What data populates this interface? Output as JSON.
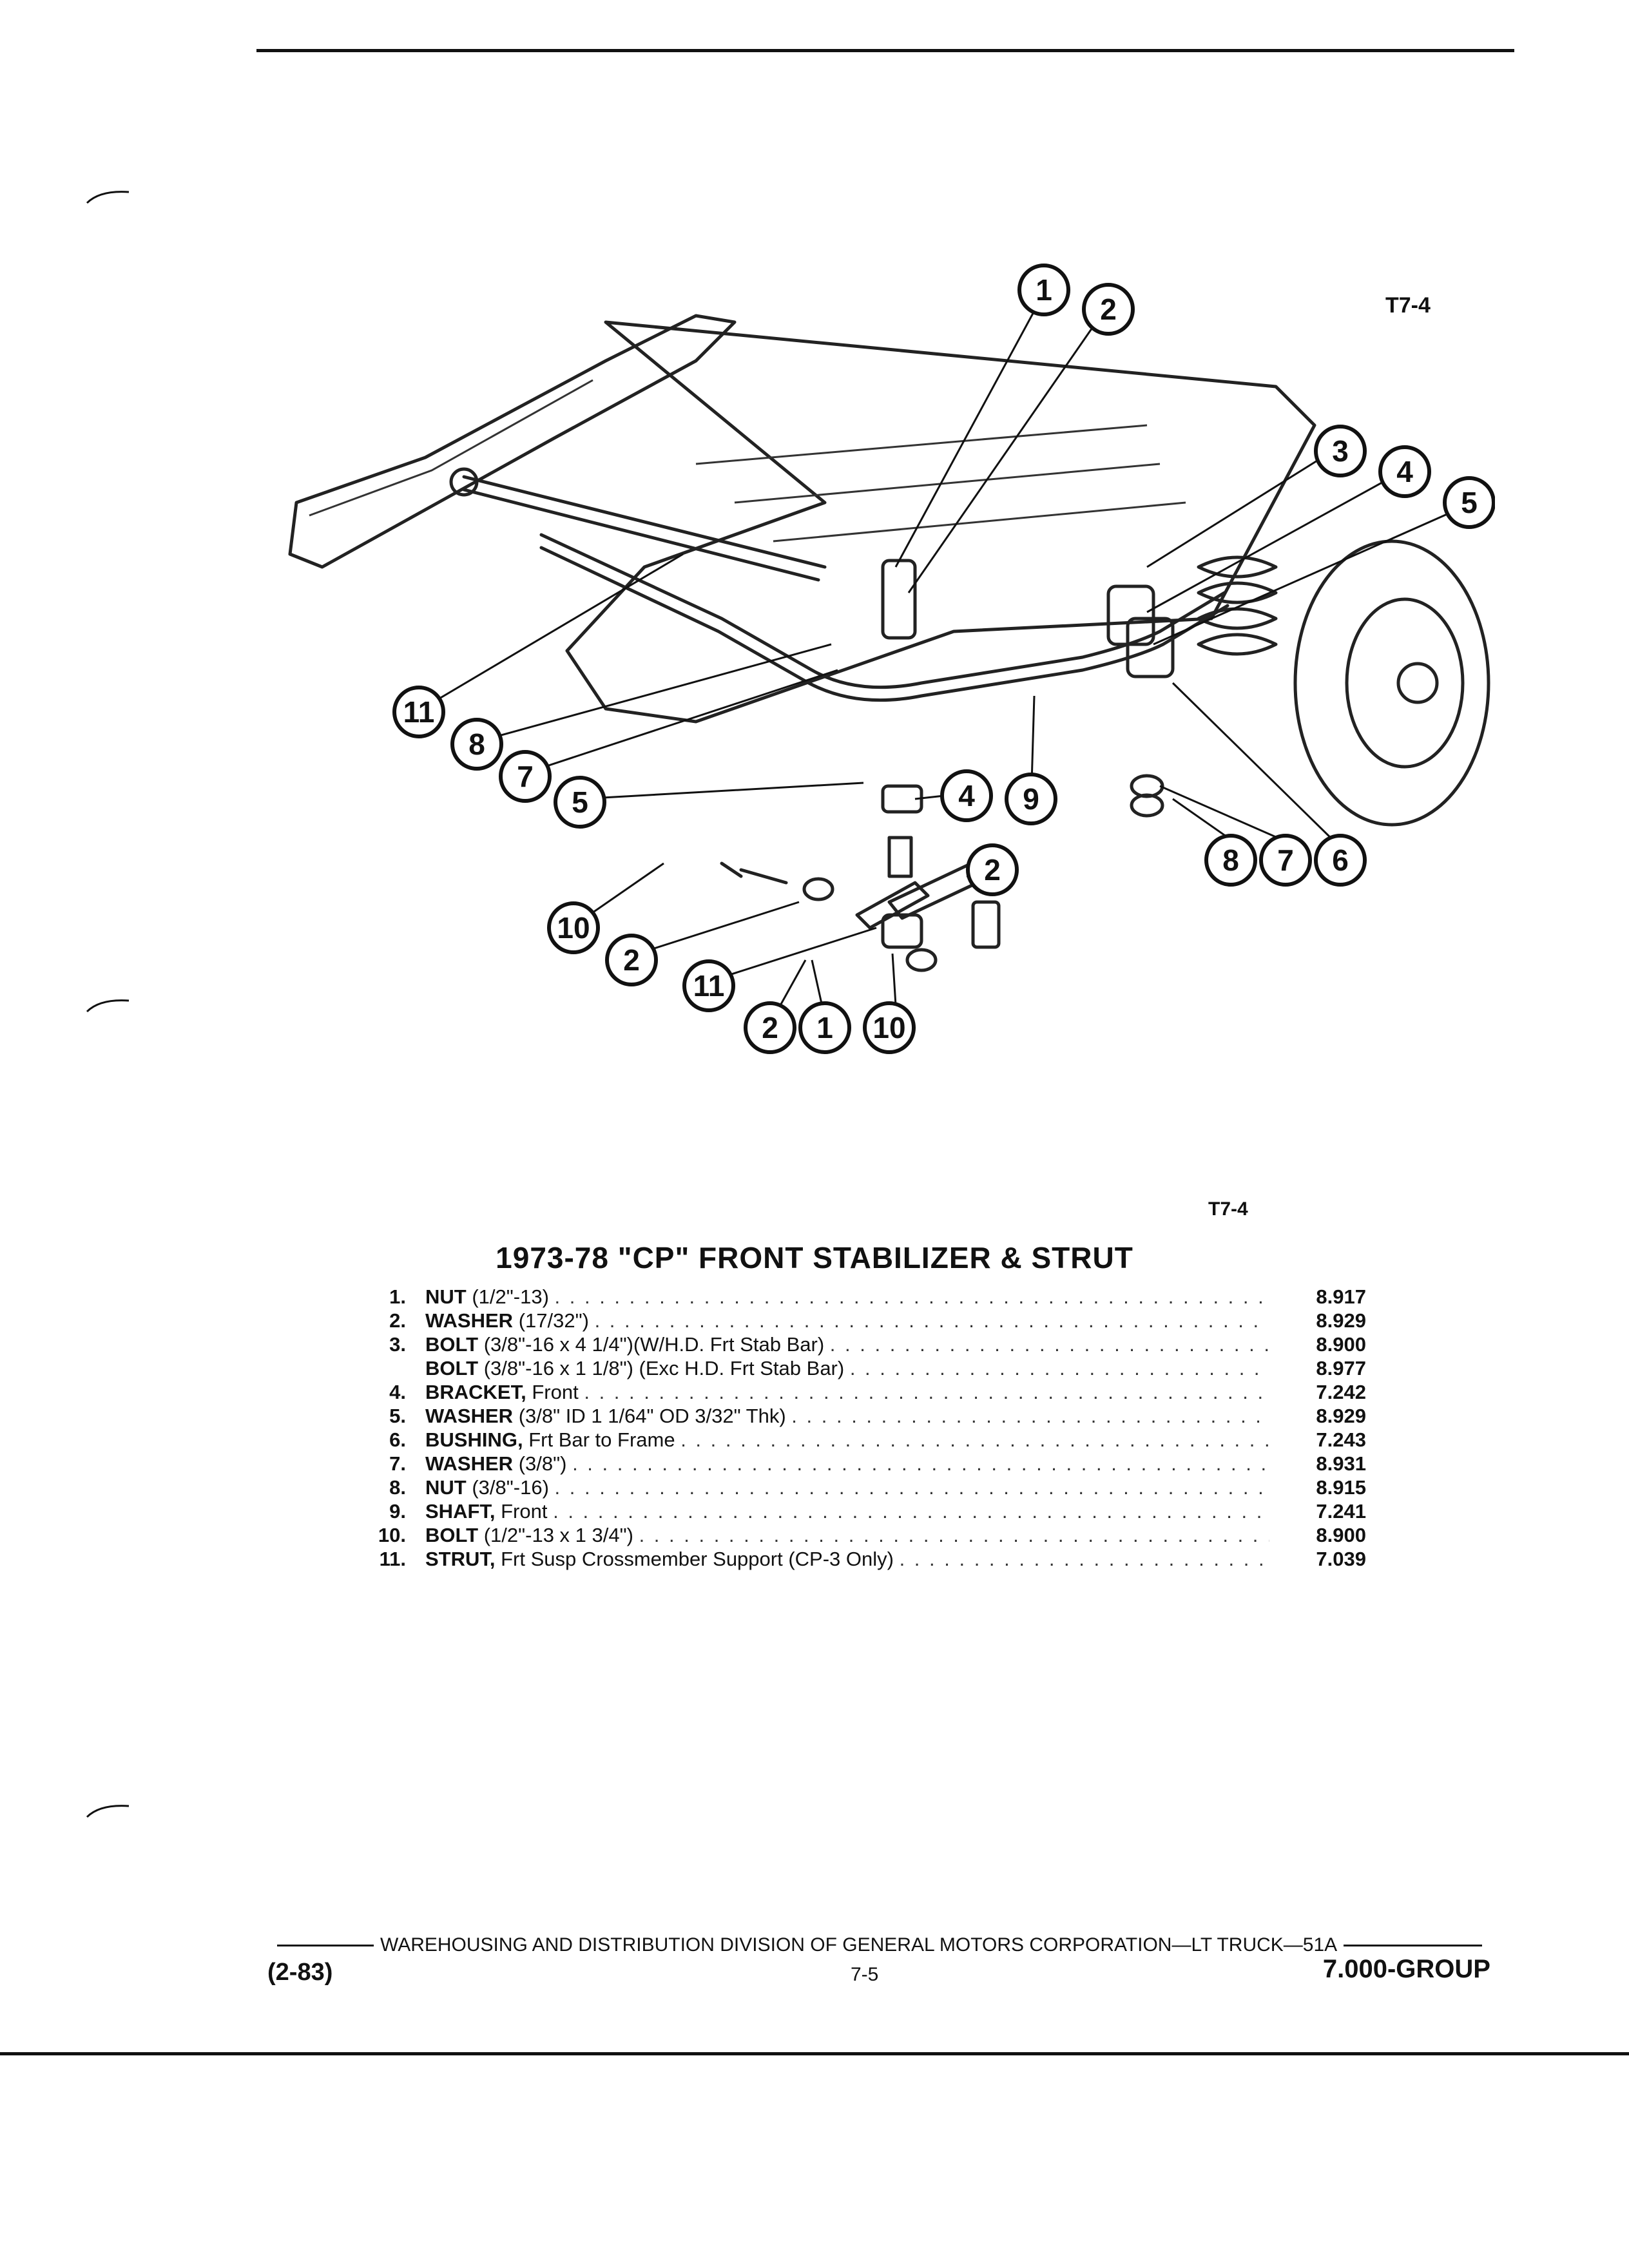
{
  "figure": {
    "code_top": "T7-4",
    "code_bottom": "T7-4",
    "callouts": [
      "1",
      "2",
      "3",
      "4",
      "5",
      "11",
      "8",
      "7",
      "5",
      "4",
      "9",
      "8",
      "7",
      "6",
      "2",
      "10",
      "2",
      "11",
      "2",
      "1",
      "10"
    ]
  },
  "parts_list": {
    "title": "1973-78 \"CP\" FRONT STABILIZER & STRUT",
    "items": [
      {
        "num": "1.",
        "name": "NUT",
        "spec": "(1/2\"-13)",
        "code": "8.917"
      },
      {
        "num": "2.",
        "name": "WASHER",
        "spec": "(17/32\")",
        "code": "8.929"
      },
      {
        "num": "3.",
        "name": "BOLT",
        "spec": "(3/8\"-16 x 4 1/4\")(W/H.D. Frt Stab Bar)",
        "code": "8.900"
      },
      {
        "num": "",
        "name": "BOLT",
        "spec": "(3/8\"-16 x 1 1/8\") (Exc H.D. Frt Stab Bar)",
        "code": "8.977"
      },
      {
        "num": "4.",
        "name": "BRACKET,",
        "spec": "Front",
        "code": "7.242"
      },
      {
        "num": "5.",
        "name": "WASHER",
        "spec": "(3/8\" ID 1 1/64\" OD 3/32\" Thk)",
        "code": "8.929"
      },
      {
        "num": "6.",
        "name": "BUSHING,",
        "spec": "Frt Bar to Frame",
        "code": "7.243"
      },
      {
        "num": "7.",
        "name": "WASHER",
        "spec": "(3/8\")",
        "code": "8.931"
      },
      {
        "num": "8.",
        "name": "NUT",
        "spec": "(3/8\"-16)",
        "code": "8.915"
      },
      {
        "num": "9.",
        "name": "SHAFT,",
        "spec": "Front",
        "code": "7.241"
      },
      {
        "num": "10.",
        "name": "BOLT",
        "spec": "(1/2\"-13 x 1 3/4\")",
        "code": "8.900"
      },
      {
        "num": "11.",
        "name": "STRUT,",
        "spec": "Frt Susp Crossmember Support (CP-3 Only)",
        "code": "7.039"
      }
    ]
  },
  "footer": {
    "division": "WAREHOUSING AND DISTRIBUTION  DIVISION OF GENERAL MOTORS CORPORATION—LT TRUCK—51A",
    "date": "(2-83)",
    "page": "7-5",
    "group": "7.000-GROUP"
  }
}
